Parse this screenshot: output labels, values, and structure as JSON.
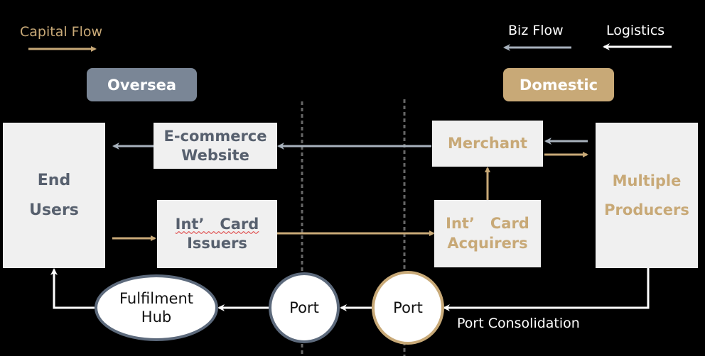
{
  "legend": {
    "capital_flow": "Capital Flow",
    "biz_flow": "Biz Flow",
    "logistics": "Logistics"
  },
  "regions": {
    "oversea": "Oversea",
    "domestic": "Domestic"
  },
  "boxes": {
    "end_users": [
      "End",
      "Users"
    ],
    "ecommerce": [
      "E-commerce",
      "Website"
    ],
    "issuers": [
      "Int’   Card",
      "Issuers"
    ],
    "merchant": "Merchant",
    "acquirers": [
      "Int’   Card",
      "Acquirers"
    ],
    "producers": [
      "Multiple",
      "Producers"
    ]
  },
  "nodes": {
    "hub": [
      "Fulfilment",
      "Hub"
    ],
    "port_oversea": "Port",
    "port_domestic": "Port"
  },
  "labels": {
    "port_consolidation": "Port Consolidation"
  },
  "colors": {
    "capital": "#c8a977",
    "biz": "#a7b1bc",
    "logistics": "#ffffff",
    "oversea": "#7a8696",
    "domestic": "#c8a977",
    "box_bg": "#f0f0f0",
    "text_gray": "#57606e",
    "divider": "#666666"
  }
}
